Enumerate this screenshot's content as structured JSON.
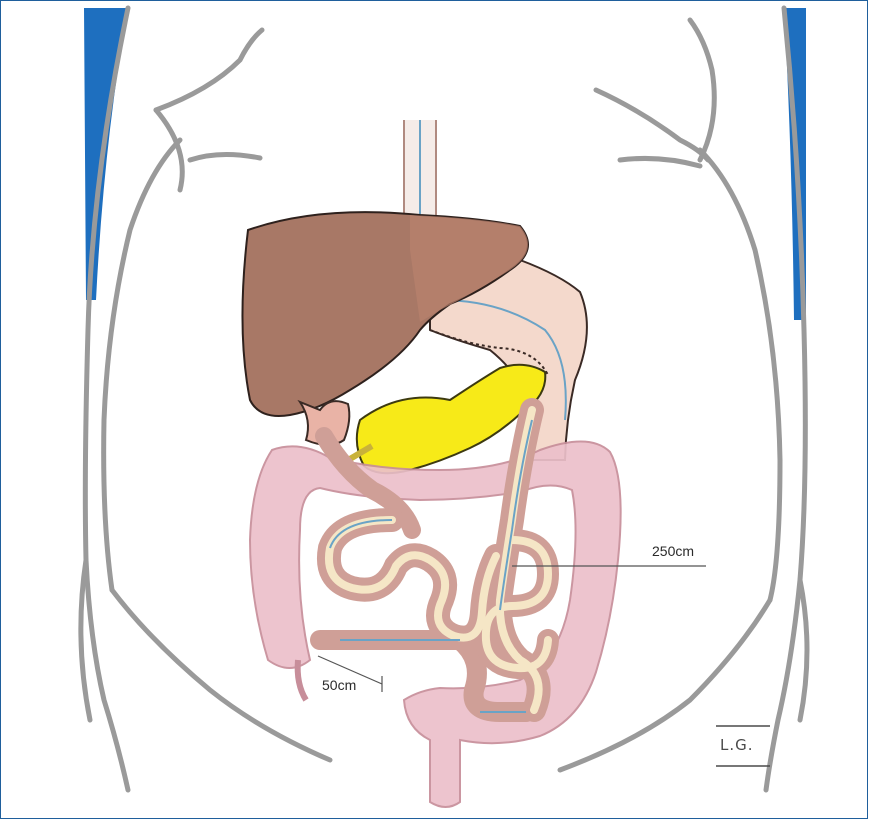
{
  "diagram": {
    "labels": {
      "distance_common_channel": "50cm",
      "distance_alimentary_limb": "250cm"
    },
    "signature": "L.G.",
    "colors": {
      "frame": "#1f5f9c",
      "side_band": "#1e6fbf",
      "body_outline": "#9a9a9a",
      "liver": "#a87866",
      "stomach": "#f4d9cc",
      "pancreas": "#f7ea18",
      "colon": "#ecc0ca",
      "small_bowel": "#cf9f97",
      "flow_arrows": "#6aa3c6"
    }
  }
}
